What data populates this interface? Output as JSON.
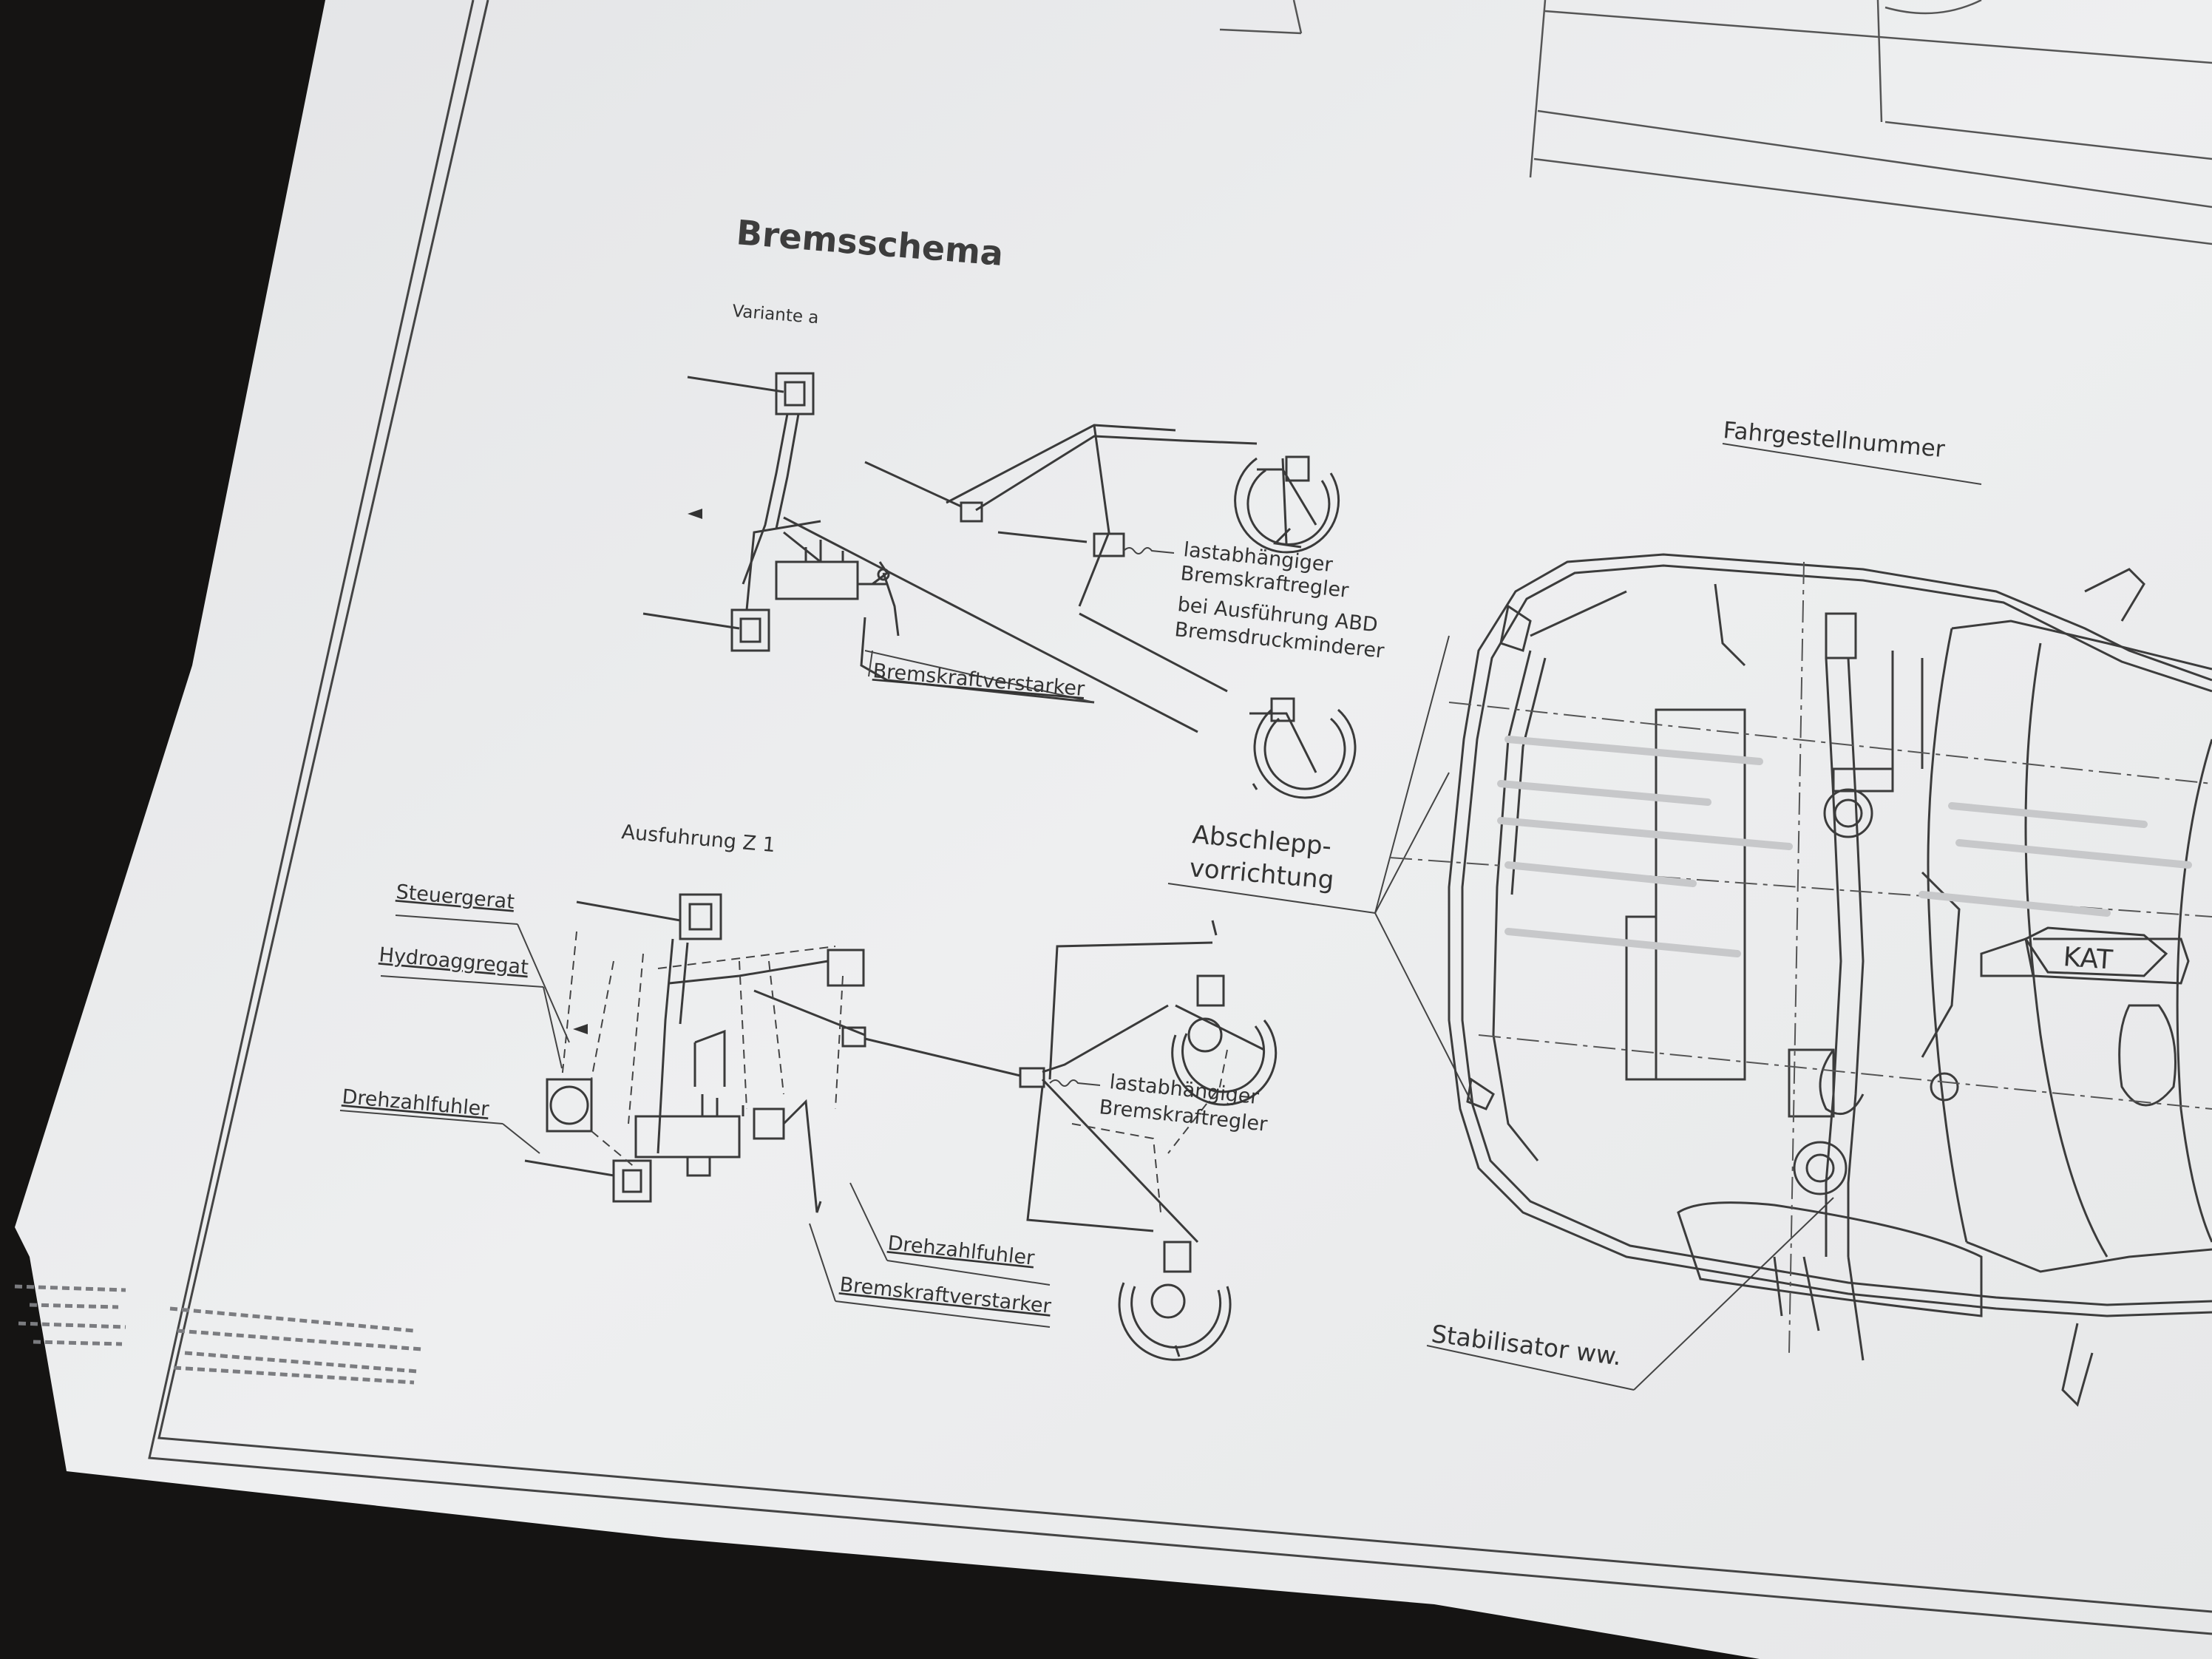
{
  "title": "Bremsschema",
  "variant_a": {
    "label": "Variante a",
    "callouts": {
      "regulator_line1": "lastabhängiger",
      "regulator_line2": "Bremskraftregler",
      "abd_line1": "bei Ausführung ABD",
      "abd_line2": "Bremsdruckminderer",
      "booster": "Bremskraftverstarker"
    }
  },
  "variant_z1": {
    "label": "Ausfuhrung Z 1",
    "callouts": {
      "control_unit": "Steuergerat",
      "hydro_unit": "Hydroaggregat",
      "speed_sensor_left": "Drehzahlfuhler",
      "regulator_line1": "lastabhängiger",
      "regulator_line2": "Bremskraftregler",
      "speed_sensor_right": "Drehzahlfuhler",
      "booster": "Bremskraftverstarker"
    }
  },
  "chassis": {
    "vin_label": "Fahrgestellnummer",
    "towing_line1": "Abschlepp-",
    "towing_line2": "vorrichtung",
    "catalyst": "KAT",
    "stabilizer": "Stabilisator ww."
  },
  "colors": {
    "background": "#151413",
    "paper": "#ECEDEE",
    "ink": "#333333"
  }
}
